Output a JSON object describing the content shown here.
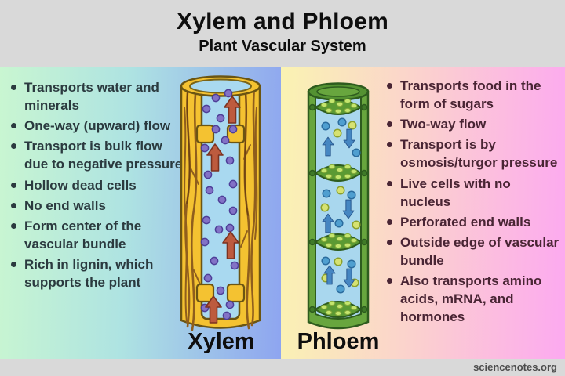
{
  "header": {
    "title": "Xylem and Phloem",
    "subtitle": "Plant Vascular System"
  },
  "xylem": {
    "label": "Xylem",
    "facts": [
      "Transports water and minerals",
      "One-way (upward) flow",
      "Transport is bulk flow due to negative pressure",
      "Hollow dead cells",
      "No end walls",
      "Form center of the vascular bundle",
      "Rich in lignin, which supports the plant"
    ]
  },
  "phloem": {
    "label": "Phloem",
    "facts": [
      "Transports food in the form of sugars",
      "Two-way flow",
      "Transport is by osmosis/turgor pressure",
      "Live cells with no nucleus",
      "Perforated end walls",
      "Outside edge of vascular bundle",
      "Also transports amino acids, mRNA, and hormones"
    ]
  },
  "footer": {
    "credit": "sciencenotes.org"
  },
  "icons": {
    "xylem_flow_arrow": "up-arrow",
    "phloem_flow_arrows": "up-and-down-arrows",
    "bullet": "round-dot"
  },
  "colors": {
    "header_bg": "#d9d9d9",
    "footer_bg": "#d9d9d9",
    "left_gradient_start": "#c9f6d1",
    "left_gradient_end": "#8ea5f0",
    "right_gradient_start": "#faf3b2",
    "right_gradient_end": "#fca9f0",
    "left_text": "#2b3a3f",
    "right_text": "#492534",
    "title_text": "#0e0e0e",
    "credit_text": "#4c4c4c",
    "xylem_wall": "#f4c231",
    "xylem_wall_outline": "#6b5513",
    "xylem_lignin_strand": "#8f5e1d",
    "xylem_channel": "#a9d9f0",
    "xylem_mineral_dot": "#8272c6",
    "xylem_arrow": "#bd5b3e",
    "phloem_wall": "#68a63e",
    "phloem_wall_outline": "#2e5c1e",
    "phloem_interior": "#a9d7ee",
    "phloem_sieve_plate": "#5b9a33",
    "phloem_plate_dot": "#c4e66e",
    "phloem_water_dot": "#4f9fd0",
    "phloem_sugar_dot": "#d6e272",
    "phloem_arrow": "#4586c2"
  }
}
